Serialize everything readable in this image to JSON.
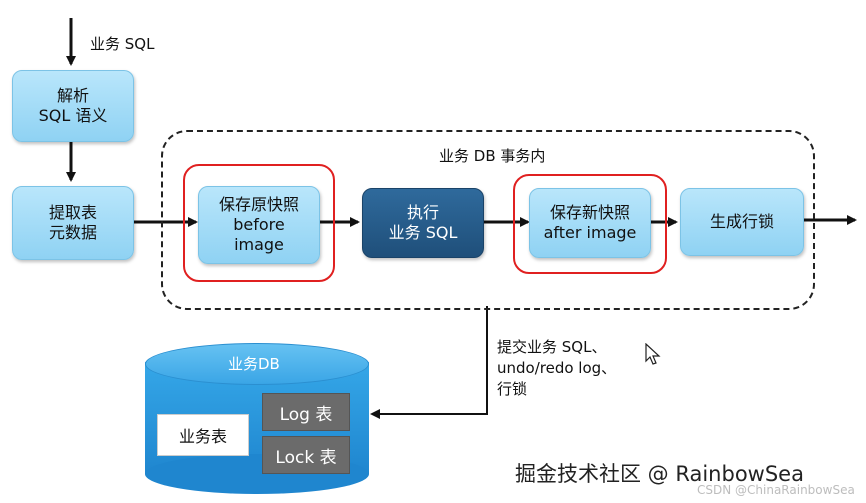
{
  "input_label": "业务 SQL",
  "nodes": {
    "parse": "解析\nSQL 语义",
    "extract": "提取表\n元数据",
    "before_image": "保存原快照\nbefore\nimage",
    "execute": "执行\n业务 SQL",
    "after_image": "保存新快照\nafter image",
    "row_lock": "生成行锁"
  },
  "transaction_label": "业务 DB 事务内",
  "commit_label": "提交业务 SQL、\nundo/redo log、\n行锁",
  "database": {
    "title": "业务DB",
    "business_table": "业务表",
    "log_table": "Log 表",
    "lock_table": "Lock 表"
  },
  "watermark": "掘金技术社区 @ RainbowSea",
  "csdn": "CSDN @ChinaRainbowSea",
  "colors": {
    "light_box": "#9fd9f6",
    "dark_box": "#245a89",
    "highlight": "#e02020",
    "db_blue": "#2a96dc"
  }
}
